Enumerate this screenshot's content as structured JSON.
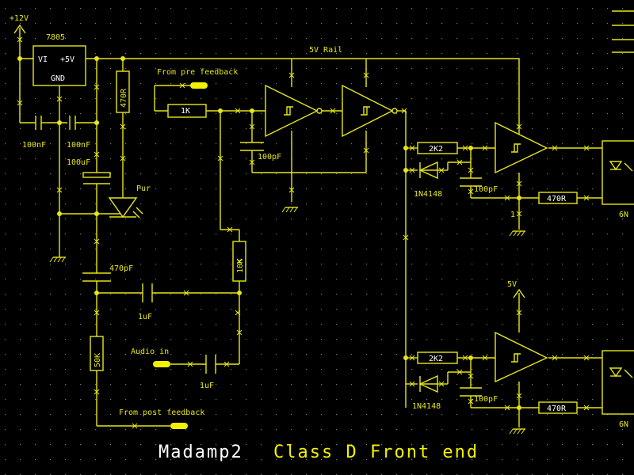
{
  "labels": {
    "supply12": "+12V",
    "regulator": "7805",
    "reg_vi": "VI",
    "reg_out": "+5V",
    "reg_gnd": "GND",
    "rail": "5V Rail",
    "from_pre": "From pre feedback",
    "from_post": "From post feedback",
    "audio_in": "Audio in",
    "supply5": "5V",
    "pin1": "1",
    "led": "Pur",
    "c1": "100nF",
    "c2": "100nF",
    "c3": "100uF",
    "r470a": "470R",
    "r1k": "1K",
    "c100pf_a": "100pF",
    "r10k": "10K",
    "c470pf": "470pF",
    "c1uf_a": "1uF",
    "r50k": "50K",
    "c1uf_b": "1uF",
    "r2k2_a": "2K2",
    "d_a": "1N4148",
    "c100pf_b": "100pF",
    "r470b": "470R",
    "opto_a": "6N",
    "r2k2_b": "2K2",
    "d_b": "1N4148",
    "c100pf_c": "100pF",
    "r470c": "470R",
    "opto_b": "6N"
  },
  "title": {
    "part1": "Madamp2",
    "part2": "Class D Front end"
  },
  "colors": {
    "wire": "#e6e619",
    "pin": "#f2f200",
    "grid": "#7a7a7a",
    "background": "#000000"
  }
}
